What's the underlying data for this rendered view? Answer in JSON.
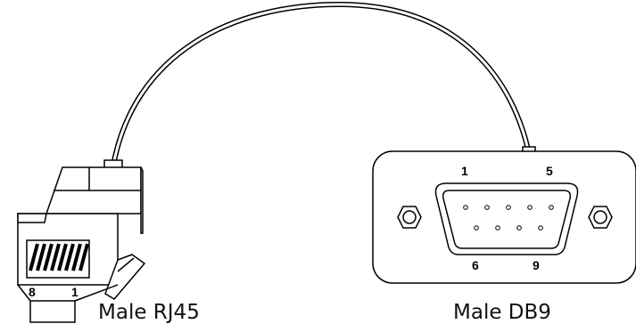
{
  "rj45": {
    "caption": "Male RJ45",
    "pin_left": "8",
    "pin_right": "1"
  },
  "db9": {
    "caption": "Male DB9",
    "pin_top_left": "1",
    "pin_top_right": "5",
    "pin_bottom_left": "6",
    "pin_bottom_right": "9"
  }
}
